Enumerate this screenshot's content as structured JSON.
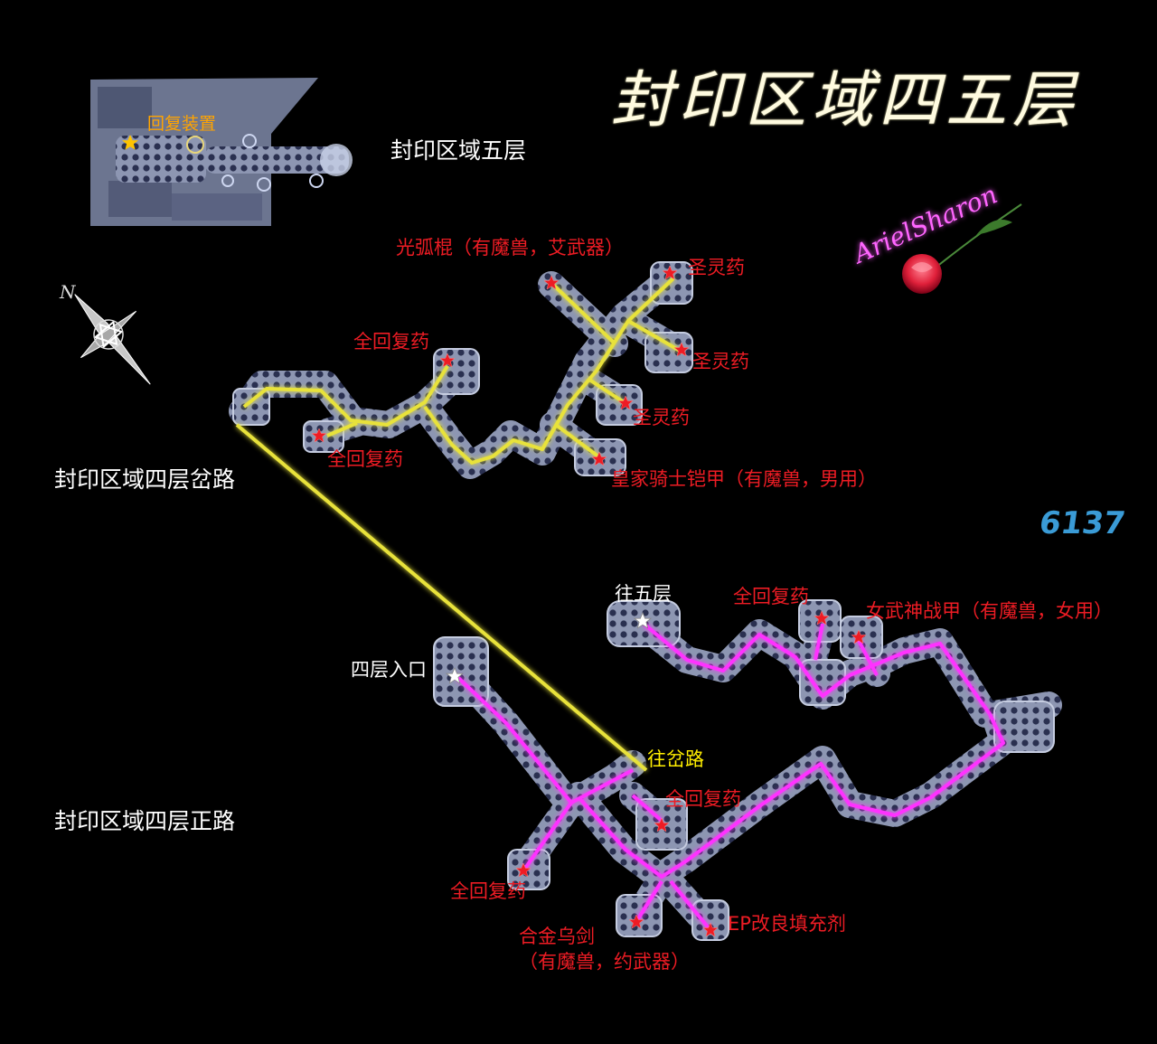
{
  "title": "封印区域四五层",
  "signature": "ArielSharon",
  "watermark": "6137",
  "sections": {
    "floor5": "封印区域五层",
    "branch": "封印区域四层岔路",
    "main": "封印区域四层正路"
  },
  "floor5_map": {
    "recovery_device": "回复装置"
  },
  "branch_items": {
    "light_staff": "光弧棍（有魔兽，艾武器）",
    "holy_potion_1": "圣灵药",
    "holy_potion_2": "圣灵药",
    "holy_potion_3": "圣灵药",
    "full_potion_1": "全回复药",
    "full_potion_2": "全回复药",
    "royal_armor": "皇家骑士铠甲（有魔兽，男用）"
  },
  "main_items": {
    "to_floor5": "往五层",
    "full_potion_1": "全回复药",
    "valkyrie_armor": "女武神战甲（有魔兽，女用）",
    "entrance": "四层入口",
    "to_branch": "往岔路",
    "full_potion_2": "全回复药",
    "full_potion_3": "全回复药",
    "ep_refill": "EP改良填充剂",
    "alloy_sword": "合金乌剑",
    "alloy_sword_note": "（有魔兽，约武器）"
  },
  "colors": {
    "branch_route": "#e8e23a",
    "main_route": "#ff33ff",
    "item_star": "#ee1c24",
    "start_star": "#ffffff",
    "corridor": "#5a6a8a"
  }
}
